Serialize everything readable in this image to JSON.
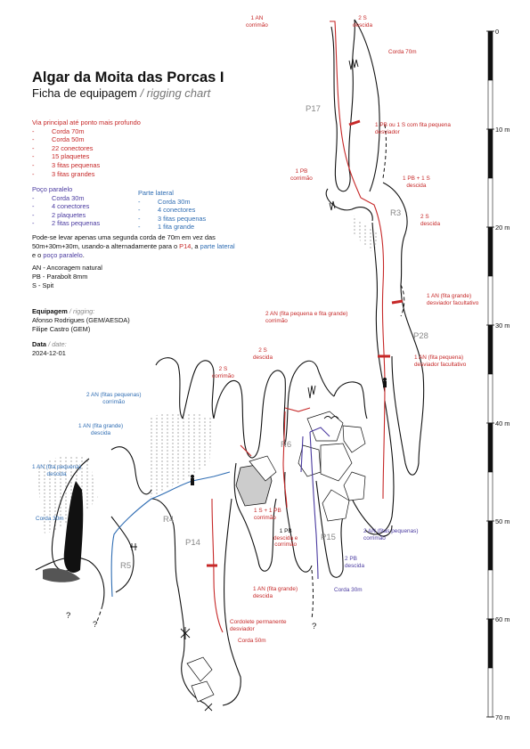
{
  "header": {
    "title": "Algar da Moita das Porcas I",
    "subtitle_pt": "Ficha de equipagem",
    "subtitle_en": "/ rigging chart"
  },
  "main_route": {
    "heading": "Via principal até ponto mais profundo",
    "items": [
      "Corda 70m",
      "Corda 50m",
      "22 conectores",
      "15 plaquetes",
      "3 fitas pequenas",
      "3 fitas grandes"
    ]
  },
  "parallel_shaft": {
    "heading": "Poço paralelo",
    "items": [
      "Corda 30m",
      "4 conectores",
      "2 plaquetes",
      "2 fitas pequenas"
    ]
  },
  "side_part": {
    "heading": "Parte lateral",
    "items": [
      "Corda 30m",
      "4 conectores",
      "3 fitas pequenas",
      "1 fita grande"
    ]
  },
  "note": {
    "line1": "Pode-se levar apenas uma segunda corda de 70m em vez das",
    "line2_a": "50m+30m+30m, usando-a alternadamente para o ",
    "line2_p14": "P14",
    "line2_b": ", a ",
    "line2_side": "parte lateral",
    "line3_a": "e o ",
    "line3_shaft": "poço paralelo",
    "line3_b": "."
  },
  "legend": [
    "AN - Ancoragem natural",
    "PB - Parabolt 8mm",
    "S - Spit"
  ],
  "team": {
    "heading": "Equipagem",
    "heading_en": "/ rigging:",
    "members": [
      "Afonso Rodrigues (GEM/AESDA)",
      "Filipe Castro (GEM)"
    ]
  },
  "date": {
    "heading": "Data",
    "heading_en": "/ date:",
    "value": "2024-12-01"
  },
  "scale": {
    "unit": "m",
    "ticks": [
      {
        "v": 0,
        "label": "0"
      },
      {
        "v": 10,
        "label": "10 m"
      },
      {
        "v": 20,
        "label": "20 m"
      },
      {
        "v": 30,
        "label": "30 m"
      },
      {
        "v": 40,
        "label": "40 m"
      },
      {
        "v": 50,
        "label": "50 m"
      },
      {
        "v": 60,
        "label": "60 m"
      },
      {
        "v": 70,
        "label": "70 m"
      }
    ]
  },
  "sections": {
    "p17": "P17",
    "r3": "R3",
    "p28": "P28",
    "r6": "R6",
    "r4": "R4",
    "p14": "P14",
    "p15": "P15",
    "r5": "R5",
    "q1": "?",
    "q2": "?",
    "q3": "?"
  },
  "annotations": {
    "a1_l1": "1 AN",
    "a1_l2": "corrimão",
    "a2_l1": "2 S",
    "a2_l2": "descida",
    "corda70": "Corda 70m",
    "a3_l1": "1 PB ou 1 S com fita pequena",
    "a3_l2": "desviador",
    "a4_l1": "1 PB",
    "a4_l2": "corrimão",
    "a5_l1": "1 PB + 1 S",
    "a5_l2": "descida",
    "a6_l1": "2 S",
    "a6_l2": "descida",
    "a7_l1": "1 AN (fita grande)",
    "a7_l2": "desviador facultativo",
    "a8_l1": "2 AN (fita pequena e fita grande)",
    "a8_l2": "corrimão",
    "a9_l1": "1 AN (fita pequena)",
    "a9_l2": "desviador facultativo",
    "a10_l1": "2 S",
    "a10_l2": "descida",
    "a11_l1": "2 S",
    "a11_l2": "corrimão",
    "a12_l1": "2 AN (fitas pequenas)",
    "a12_l2": "corrimão",
    "a13_l1": "1 AN (fita grande)",
    "a13_l2": "descida",
    "a14_l1": "1 AN (fita pequena)",
    "a14_l2": "descida",
    "corda30a": "Corda 30m",
    "a15_l1": "1 S + 1 PB",
    "a15_l2": "corrimão",
    "a16_l1": "1 PB",
    "a16_l2": "descida e",
    "a16_l3": "corrimão",
    "a17_l1": "2 AN (fitas pequenas)",
    "a17_l2": "corrimão",
    "a18_l1": "2 PB",
    "a18_l2": "descida",
    "corda30b": "Corda 30m",
    "a19_l1": "1 AN (fita grande)",
    "a19_l2": "descida",
    "a20_l1": "Cordolete permanente",
    "a20_l2": "desviador",
    "corda50": "Corda 50m"
  },
  "colors": {
    "main": "#c62828",
    "side": "#2f6db3",
    "shaft": "#4a3aa0",
    "rock": "#111111"
  }
}
